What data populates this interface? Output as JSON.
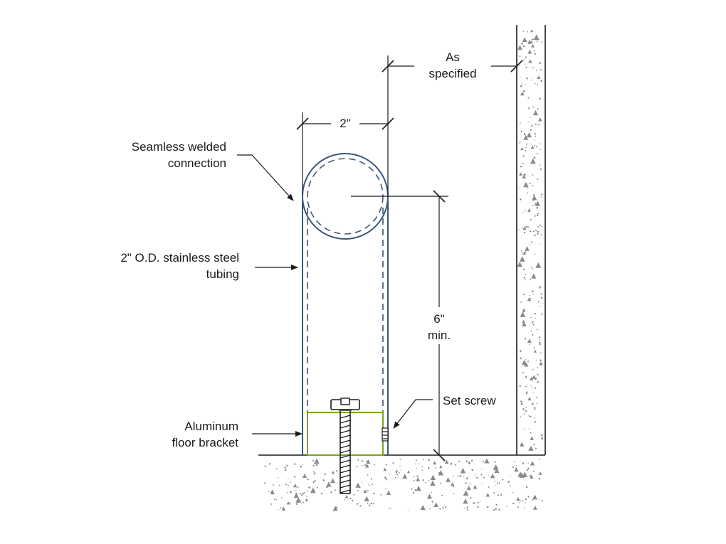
{
  "labels": {
    "welded_line1": "Seamless welded",
    "welded_line2": "connection",
    "tubing_line1": "2\" O.D. stainless steel",
    "tubing_line2": "tubing",
    "bracket_line1": "Aluminum",
    "bracket_line2": "floor bracket",
    "set_screw": "Set screw",
    "dim_width": "2\"",
    "dim_as_line1": "As",
    "dim_as_line2": "specified",
    "dim_height_line1": "6\"",
    "dim_height_line2": "min."
  },
  "colors": {
    "tube": "#3b5777",
    "bracket": "#7ca421",
    "line": "#1a1a1a"
  }
}
